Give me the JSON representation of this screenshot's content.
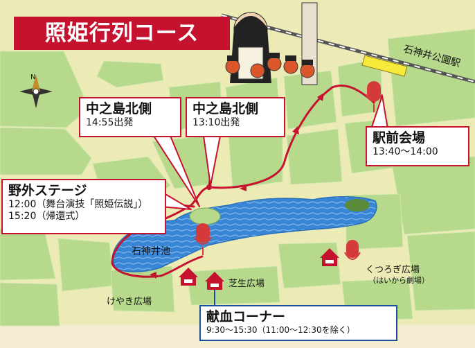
{
  "title": "照姫行列コース",
  "labels": {
    "north_a": {
      "name": "中之島北側",
      "time": "14:55出発"
    },
    "north_b": {
      "name": "中之島北側",
      "time": "13:10出発"
    },
    "station_venue": {
      "name": "駅前会場",
      "time": "13:40〜14:00"
    },
    "outdoor_stage": {
      "name": "野外ステージ",
      "line1": "12:00（舞台演技「照姫伝説」）",
      "line2": "15:20（帰還式）"
    },
    "blood": {
      "name": "献血コーナー",
      "time": "9:30〜15:30（11:00〜12:30を除く）"
    }
  },
  "places": {
    "station": "石神井公園駅",
    "pond": "石神井池",
    "keyaki": "けやき広場",
    "shibafu": "芝生広場",
    "kutsurogi": "くつろぎ広場",
    "kutsurogi_sub": "（はいから劇場）"
  },
  "compass": {
    "north": "N"
  },
  "colors": {
    "route": "#c4122f",
    "label_red": "#c4122f",
    "label_blue": "#1b4f9c",
    "pond": "#2e7fd0"
  }
}
